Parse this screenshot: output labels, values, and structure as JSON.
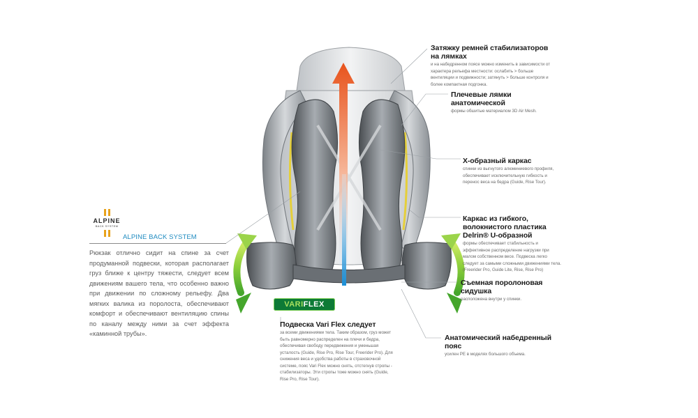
{
  "brand": {
    "logo_name": "ALPINE",
    "logo_sub": "BACK SYSTEM",
    "accent": "#e8a21b"
  },
  "intro": {
    "title": "ALPINE BACK SYSTEM",
    "body": "Рюкзак отлично сидит на спине за счет продуманной подвески, которая располагает груз ближе к центру тяжести, следует всем движениям вашего тела, что особенно важно при движении по сложному рельефу. Два мягких валика из поролоста, обеспечивают комфорт и обеспечивают вентиляцию спины по каналу между ними за счет эффекта «каминной трубы».",
    "title_color": "#1f8bc0"
  },
  "variflex_badge": {
    "prefix": "VARI",
    "suffix": "FLEX",
    "color": "#0d7a36"
  },
  "callouts": [
    {
      "title": "Затяжку ремней стабилизаторов на лямках",
      "description": "и на набедренном поясе можно изменить в зависимости от характера рельефа местности: ослабить > больше вентиляции и подвижности; затянуть > больше контроля и более компактная подгонка."
    },
    {
      "title": "Плечевые лямки анатомической",
      "description": "формы обшитые материалом 3D Air Mesh."
    },
    {
      "title": "Х-образный каркас",
      "description": "спинки из выгнутого алюминиевого профиля, обеспечивает исключительную гибкость и перенос веса на бедра (Guide, Rise Tour)."
    },
    {
      "title": "Каркас из гибкого, волокнистого пластика Delrin® U-образной",
      "description": "формы обеспечивает стабильность и эффективное распределение нагрузки при малом собственном весе. Подвеска легко следует за самыми сложными движениями тела. (Freerider Pro, Guide Lite, Rise, Rise Pro)"
    },
    {
      "title": "Съемная поролоновая сидушка",
      "description": "расположена внутри у спинки."
    },
    {
      "title": "Анатомический набедренный пояс",
      "description": "усилен PE в моделях большого объема."
    },
    {
      "title": "Подвеска Vari Flex следует",
      "description": "за всеми движениями тела. Таким образом, груз может быть равномерно распределен на плечи и бедра, обеспечивая свободу передвижения и уменьшая усталость (Guide, Rise Pro, Rise Tour, Freerider Pro). Для снижения веса и удобства работы в страховочной системе, пояс Vari Flex можно снять, отстегнув стропы - стабилизаторы. Эти стропы тоже можно снять (Guide, Rise Pro, Rise Tour)."
    }
  ]
}
